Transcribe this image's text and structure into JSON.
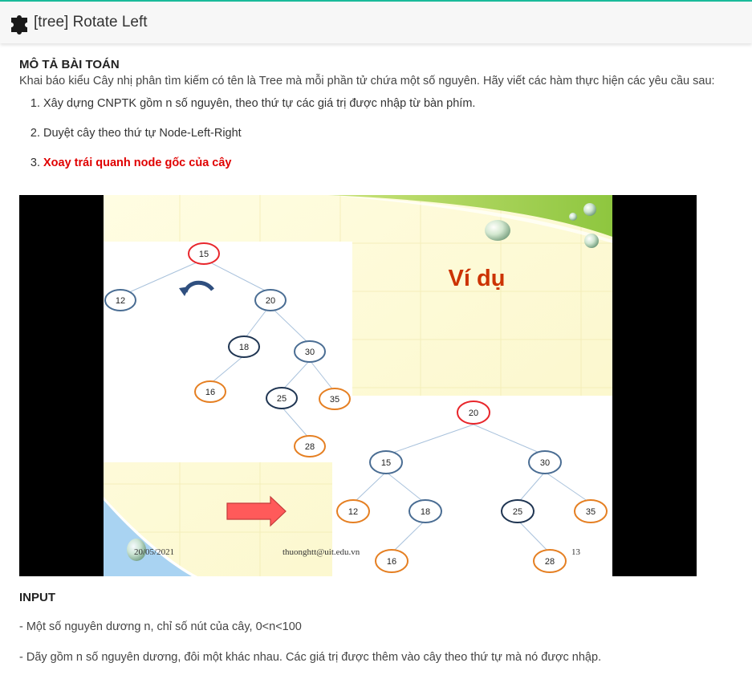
{
  "header": {
    "title": "[tree] Rotate Left",
    "icon": "puzzle-piece-icon"
  },
  "description": {
    "heading": "MÔ TẢ BÀI TOÁN",
    "text": "Khai báo kiểu Cây nhị phân tìm kiếm có tên là Tree mà mỗi phần tử chứa một số nguyên. Hãy viết các hàm thực hiện các yêu cầu sau:",
    "requirements": [
      "Xây dựng CNPTK gồm n số nguyên, theo thứ tự các giá trị được nhập từ bàn phím.",
      "Duyệt cây theo thứ tự Node-Left-Right",
      "Xoay trái quanh node gốc của cây"
    ],
    "highlight_color": "#e00000"
  },
  "slide": {
    "title": "Ví dụ",
    "date": "20/05/2021",
    "email": "thuonghtt@uit.edu.vn",
    "page": "13",
    "tree_before": {
      "nodes": [
        "15",
        "12",
        "20",
        "18",
        "30",
        "16",
        "25",
        "35",
        "28"
      ]
    },
    "tree_after": {
      "nodes": [
        "20",
        "15",
        "30",
        "12",
        "18",
        "25",
        "35",
        "16",
        "28"
      ]
    }
  },
  "input": {
    "heading": "INPUT",
    "lines": [
      "- Một số nguyên dương n, chỉ số nút của cây, 0<n<100",
      "- Dãy gồm n số nguyên dương, đôi một khác nhau. Các giá trị được thêm vào cây theo thứ tự mà nó được nhập."
    ]
  }
}
